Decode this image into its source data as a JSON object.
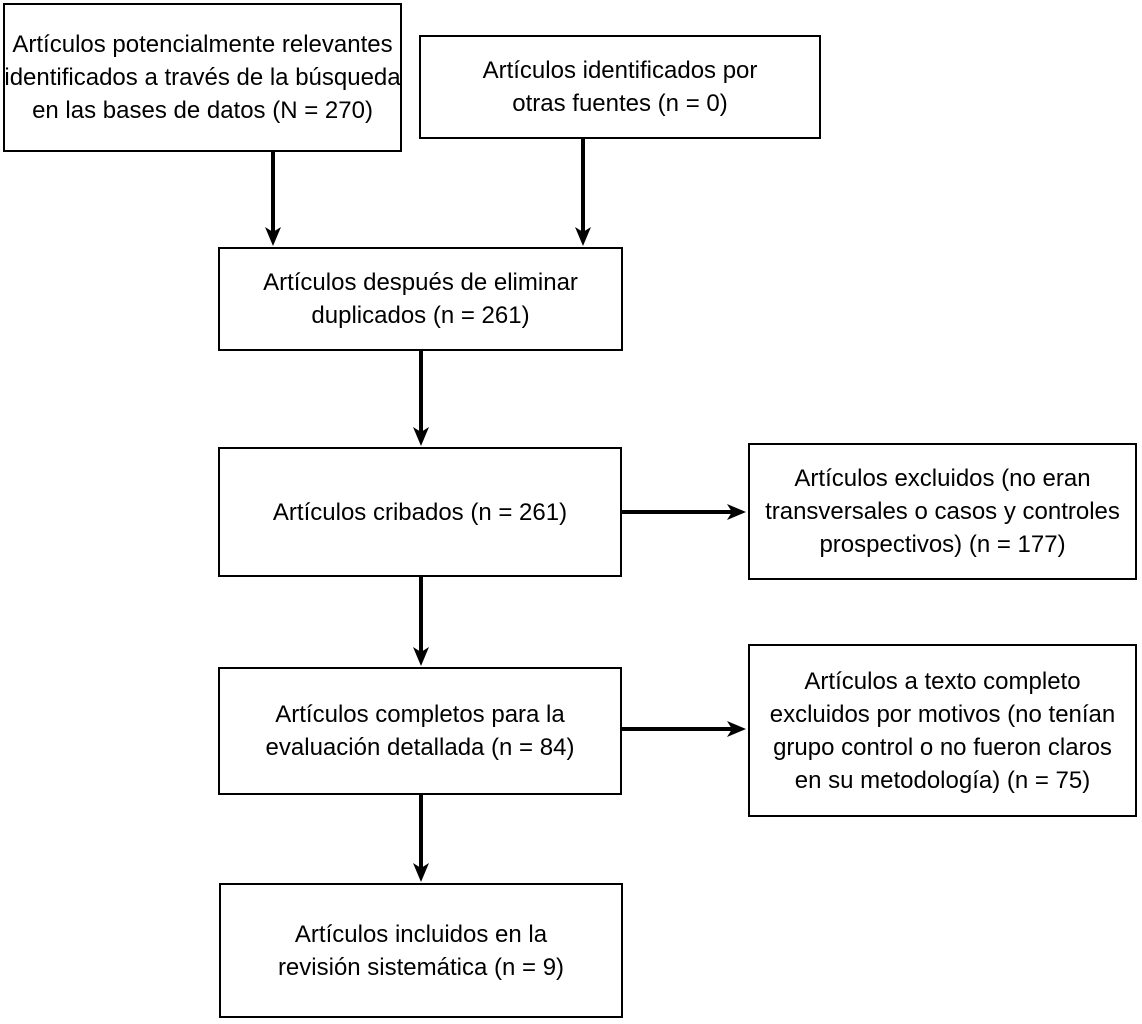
{
  "diagram": {
    "type": "prisma-flowchart",
    "ink_color": "#000000",
    "background_color": "#ffffff",
    "boxes": {
      "identified_databases": {
        "lines": [
          "Artículos potencialmente relevantes",
          "identificados a través de la búsqueda",
          "en las bases de datos (N = 270)"
        ],
        "n": 270
      },
      "other_sources": {
        "lines": [
          "Artículos identificados por",
          "otras fuentes (n = 0)"
        ],
        "n": 0
      },
      "deduplicated": {
        "lines": [
          "Artículos después de eliminar",
          "duplicados (n = 261)"
        ],
        "n": 261
      },
      "screened": {
        "lines": [
          "Artículos cribados (n = 261)"
        ],
        "n": 261
      },
      "excluded_screened": {
        "lines": [
          "Artículos excluidos (no eran",
          "transversales o casos y controles",
          "prospectivos) (n = 177)"
        ],
        "n": 177
      },
      "full_text_assessed": {
        "lines": [
          "Artículos completos para la",
          "evaluación detallada (n = 84)"
        ],
        "n": 84
      },
      "excluded_full_text": {
        "lines": [
          "Artículos a texto completo",
          "excluidos por motivos (no tenían",
          "grupo control o no fueron claros",
          "en su metodología) (n = 75)"
        ],
        "n": 75
      },
      "included": {
        "lines": [
          "Artículos incluidos en la",
          "revisión sistemática (n = 9)"
        ],
        "n": 9
      }
    }
  }
}
